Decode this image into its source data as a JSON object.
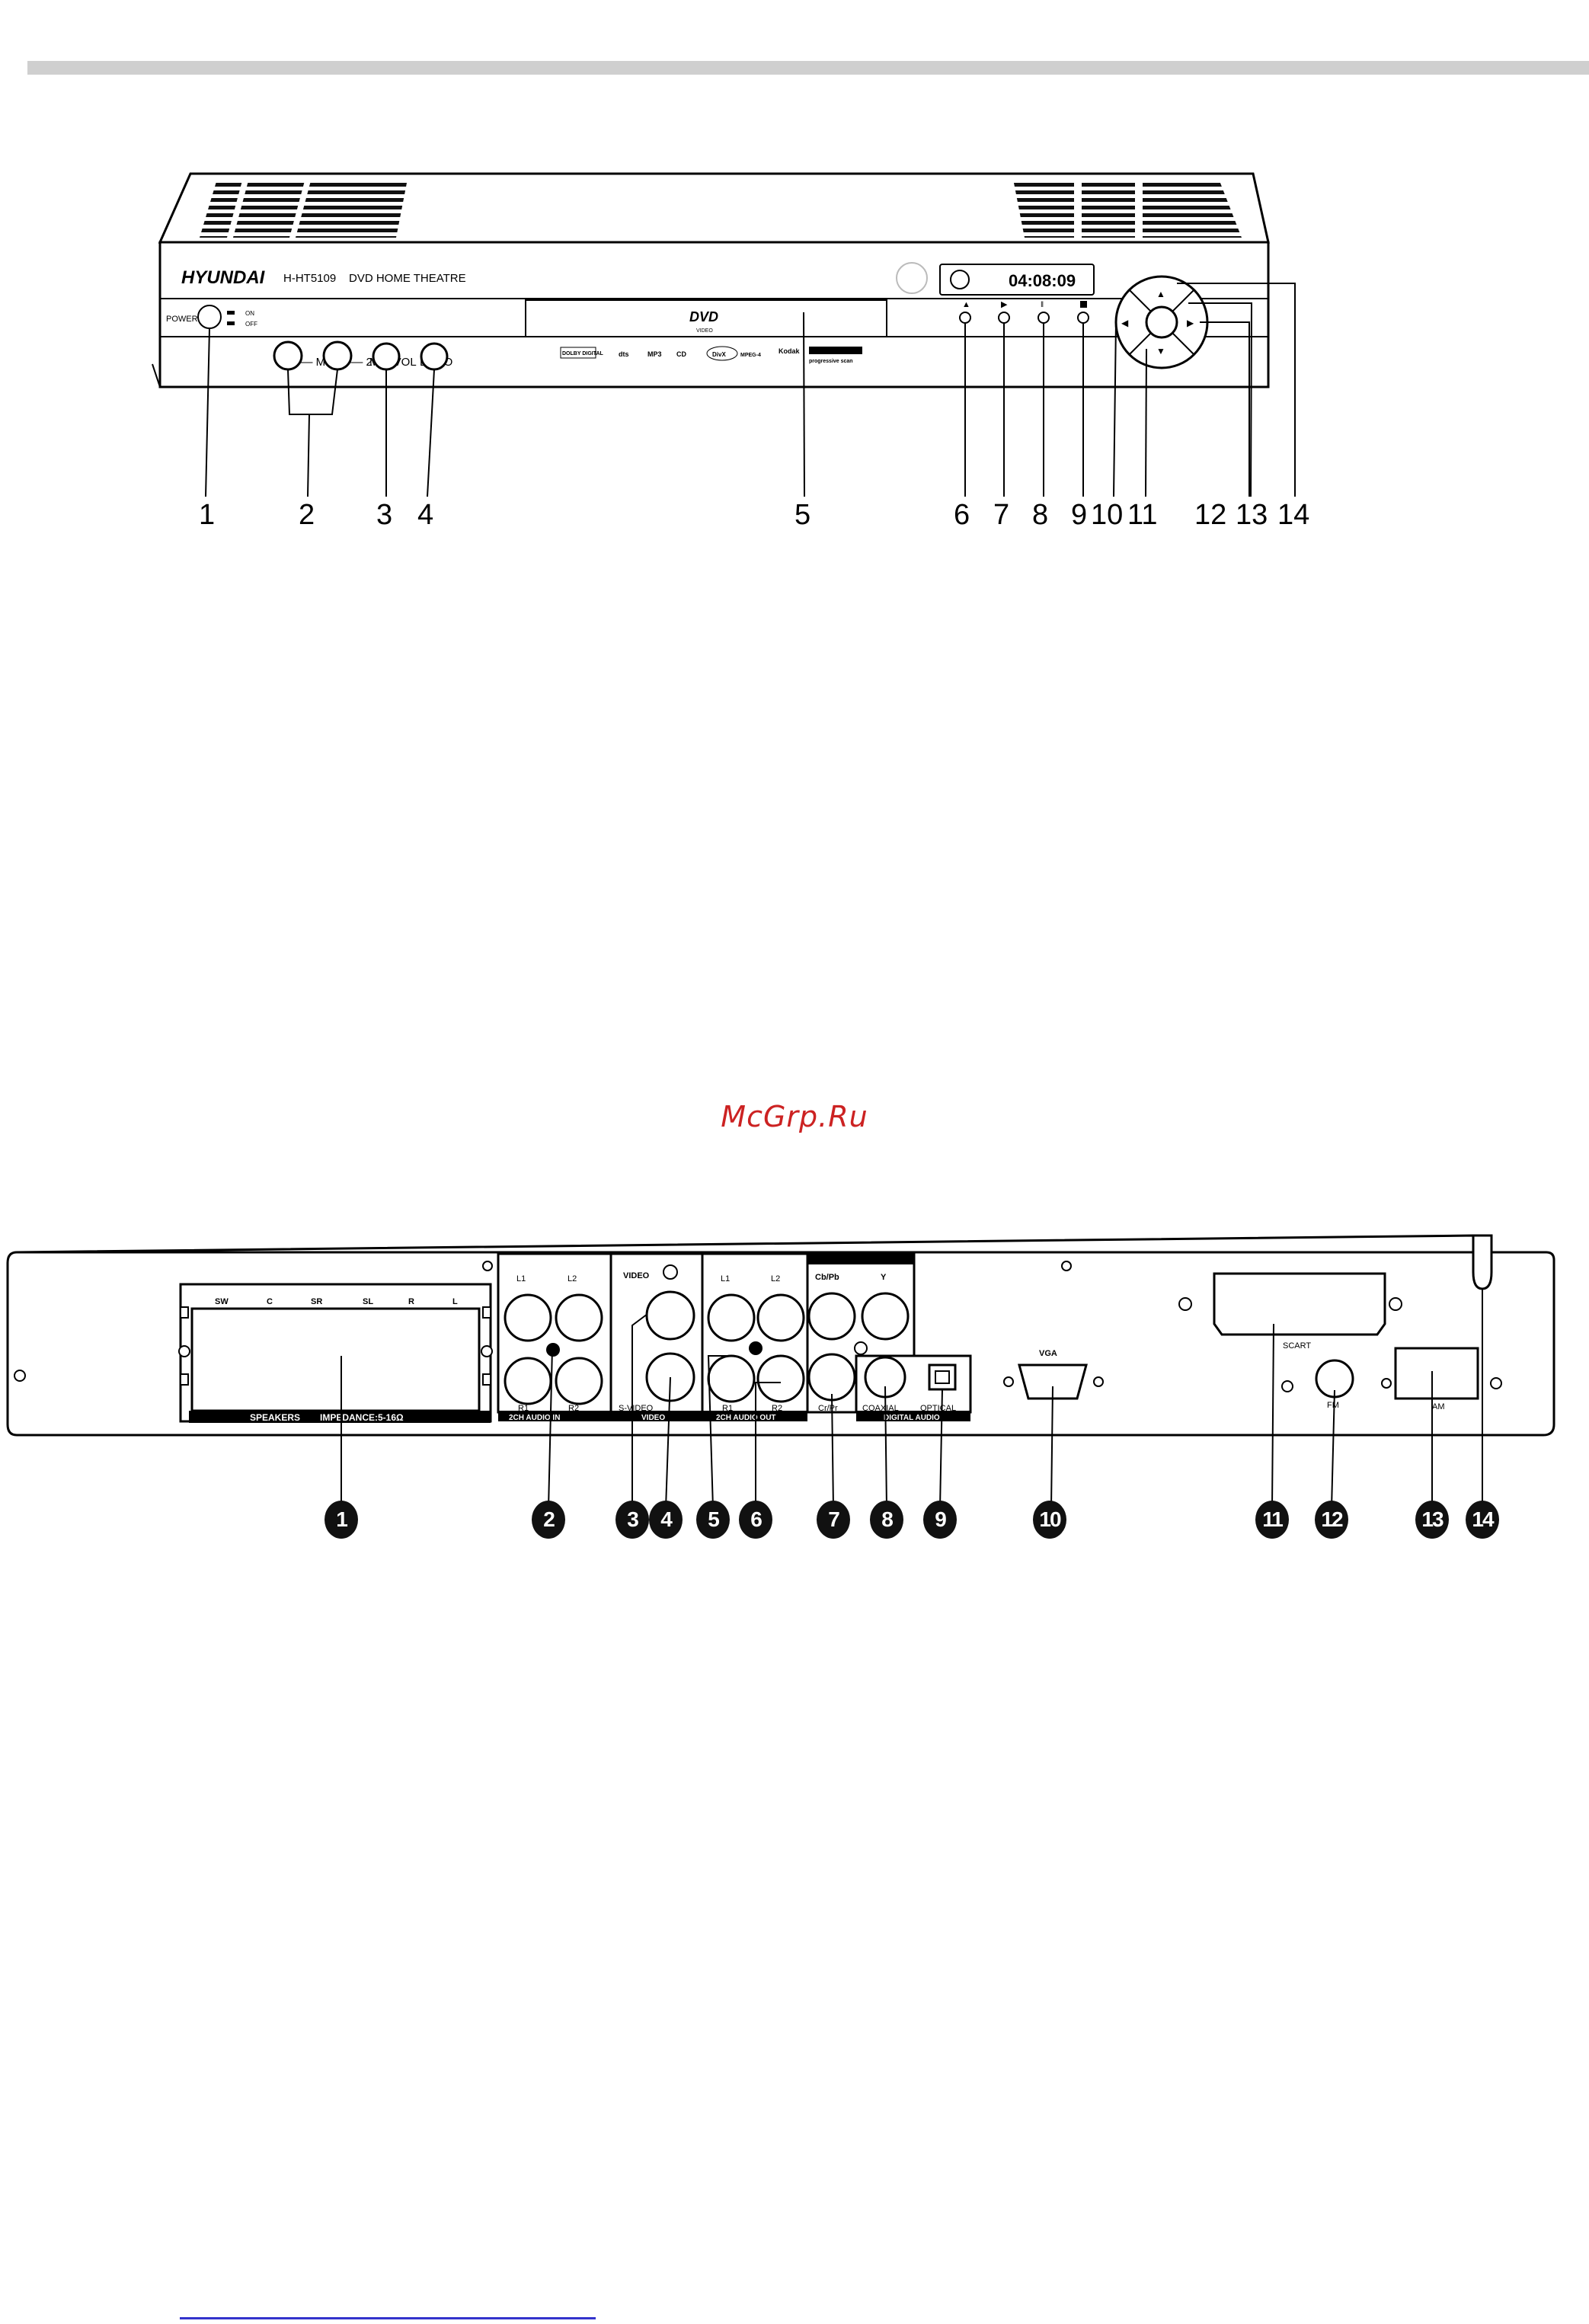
{
  "front_panel": {
    "brand": "HYUNDAI",
    "model": "H-HT5109",
    "product": "DVD HOME THEATRE",
    "power_label": "POWER",
    "on_label": "ON",
    "off_label": "OFF",
    "mic_label": "1 —— MIC —— 2",
    "mic_vol_label": "MIC VOL",
    "echo_label": "ECHO",
    "display_time": "04:08:09",
    "dvd_logo": "DVD",
    "dvd_logo_sub": "VIDEO",
    "logos": [
      "DOLBY DIGITAL",
      "dts",
      "MP3",
      "CD",
      "DivX",
      "MPEG-4",
      "Kodak",
      "progressive scan"
    ],
    "callouts": [
      "1",
      "2",
      "3",
      "4",
      "5",
      "6",
      "7",
      "8",
      "9",
      "10",
      "11",
      "12",
      "13",
      "14"
    ]
  },
  "watermark": "McGrp.Ru",
  "rear_panel": {
    "speaker_channels": [
      "SW",
      "C",
      "SR",
      "SL",
      "R",
      "L"
    ],
    "speakers_label": "SPEAKERS",
    "impedance_label": "IMPEDANCE:5-16Ω",
    "audio_in_top": [
      "L1",
      "L2"
    ],
    "audio_in_bottom": [
      "R1",
      "R2"
    ],
    "audio_in_label": "2CH AUDIO IN",
    "video_top_label": "VIDEO",
    "svideo_label": "S-VIDEO",
    "video_section_label": "VIDEO",
    "audio_out_top": [
      "L1",
      "L2"
    ],
    "audio_out_bottom": [
      "R1",
      "R2"
    ],
    "audio_out_label": "2CH AUDIO OUT",
    "cbpb_label": "Cb/Pb",
    "y_label": "Y",
    "crpr_label": "Cr/Pr",
    "coaxial_label": "COAXIAL",
    "optical_label": "OPTICAL",
    "digital_audio_label": "DIGITAL AUDIO",
    "vga_label": "VGA",
    "scart_label": "SCART",
    "fm_label": "FM",
    "am_label": "AM",
    "callouts": [
      "1",
      "2",
      "3",
      "4",
      "5",
      "6",
      "7",
      "8",
      "9",
      "10",
      "11",
      "12",
      "13",
      "14"
    ]
  }
}
